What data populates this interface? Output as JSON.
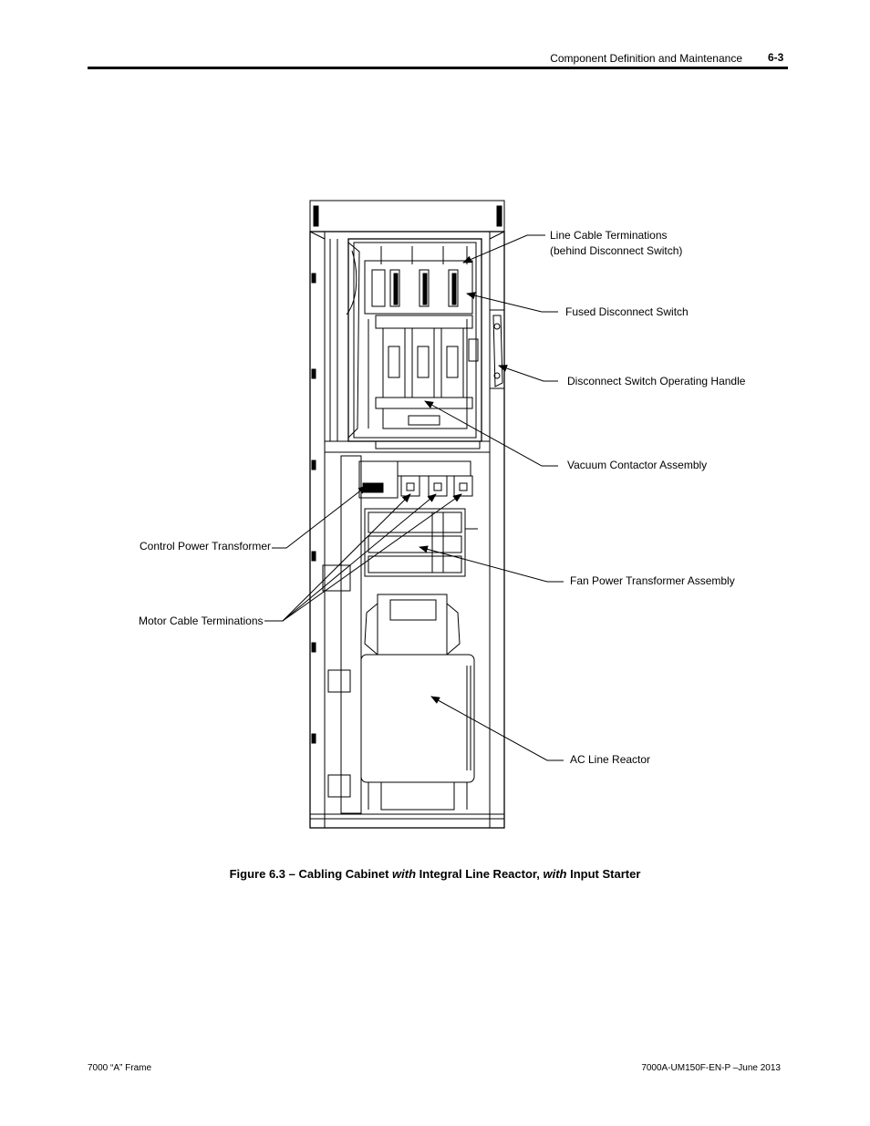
{
  "header": {
    "section_title": "Component Definition and Maintenance",
    "page_number": "6-3"
  },
  "figure": {
    "callouts": {
      "line_cable_terminations": "Line Cable Terminations",
      "line_cable_terminations_note": "(behind Disconnect Switch)",
      "fused_disconnect_switch": "Fused Disconnect Switch",
      "disconnect_switch_operating_handle": "Disconnect Switch Operating Handle",
      "vacuum_contactor_assembly": "Vacuum Contactor Assembly",
      "control_power_transformer": "Control Power Transformer",
      "fan_power_transformer_assembly": "Fan Power Transformer Assembly",
      "motor_cable_terminations": "Motor Cable Terminations",
      "ac_line_reactor": "AC Line Reactor"
    },
    "caption": {
      "number": "Figure 6.3  –  ",
      "part1": "Cabling Cabinet ",
      "with1": "with",
      "part2": " Integral Line Reactor, ",
      "with2": "with",
      "part3": " Input Starter"
    }
  },
  "footer": {
    "left": "7000 “A” Frame",
    "right": "7000A-UM150F-EN-P –June 2013"
  }
}
